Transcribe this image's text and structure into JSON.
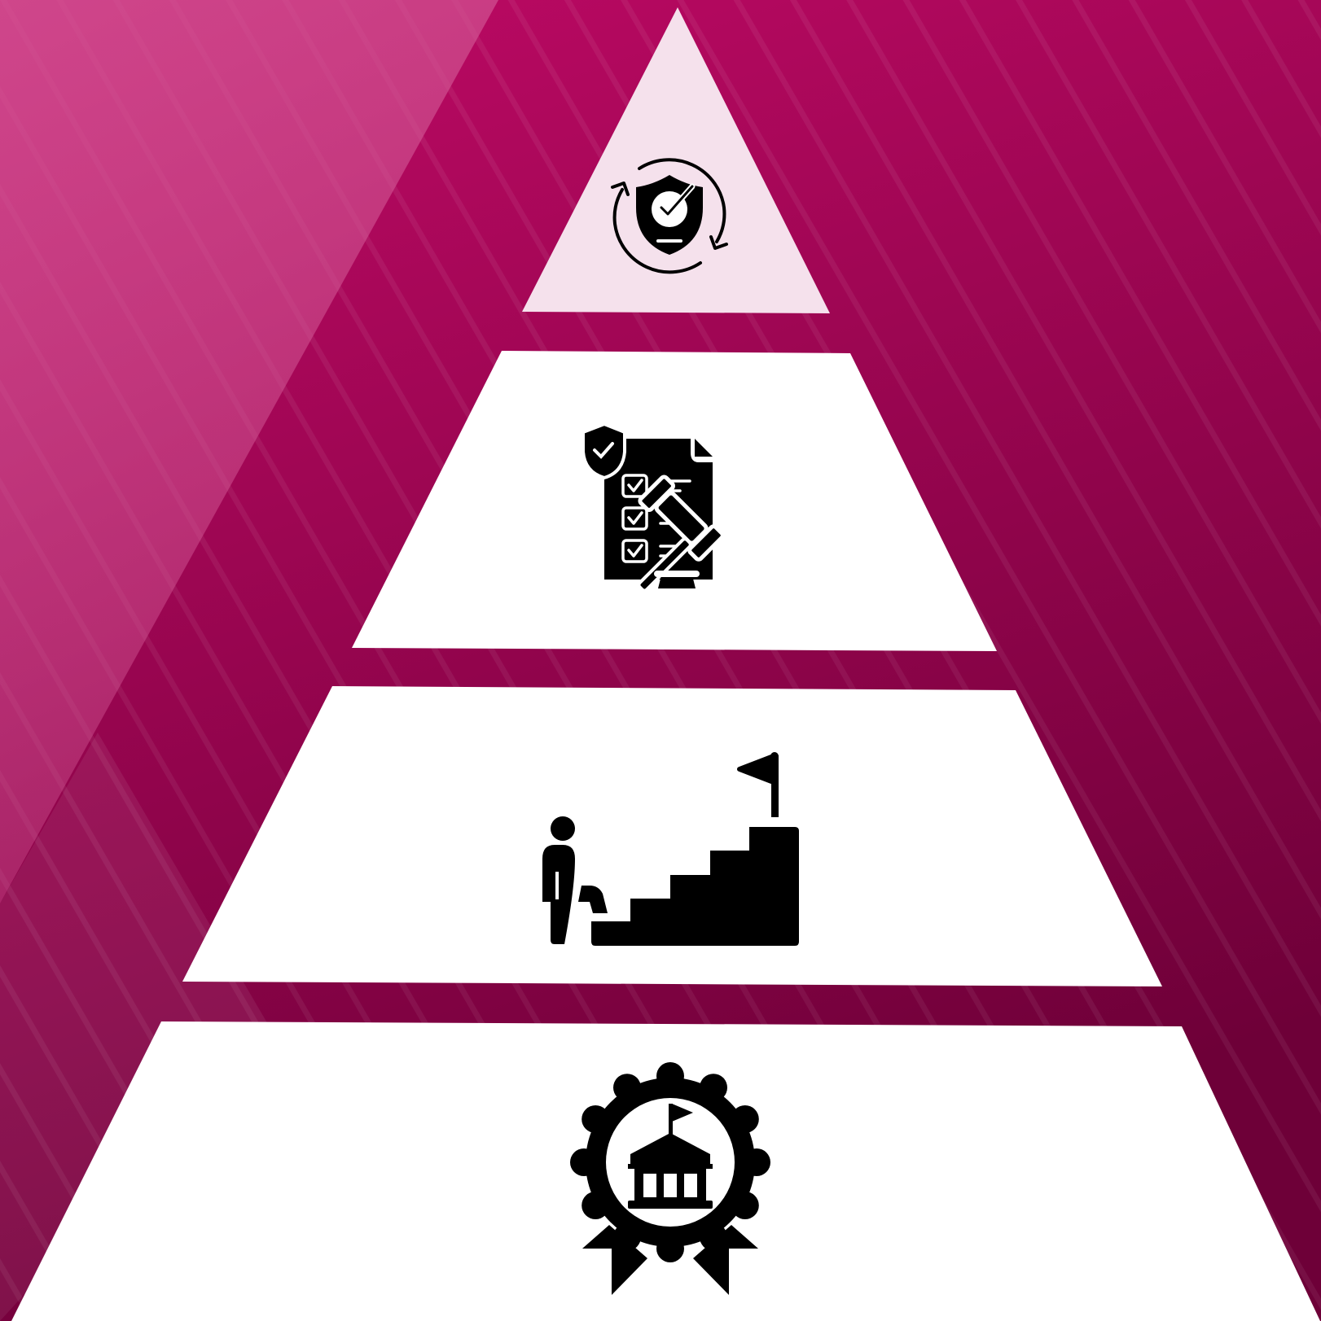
{
  "background": {
    "color_top": "#c00a66",
    "color_bottom": "#6e0038",
    "highlight_color": "#d45a97"
  },
  "pyramid": {
    "tier_count": 4,
    "tiers": [
      {
        "level": 1,
        "icon": "shield-check-cycle-icon",
        "fill": "#f5e1ec"
      },
      {
        "level": 2,
        "icon": "compliance-checklist-gavel-icon",
        "fill": "#ffffff"
      },
      {
        "level": 3,
        "icon": "person-stairs-flag-icon",
        "fill": "#ffffff"
      },
      {
        "level": 4,
        "icon": "institution-award-badge-icon",
        "fill": "#ffffff"
      }
    ],
    "icon_color": "#000000"
  }
}
